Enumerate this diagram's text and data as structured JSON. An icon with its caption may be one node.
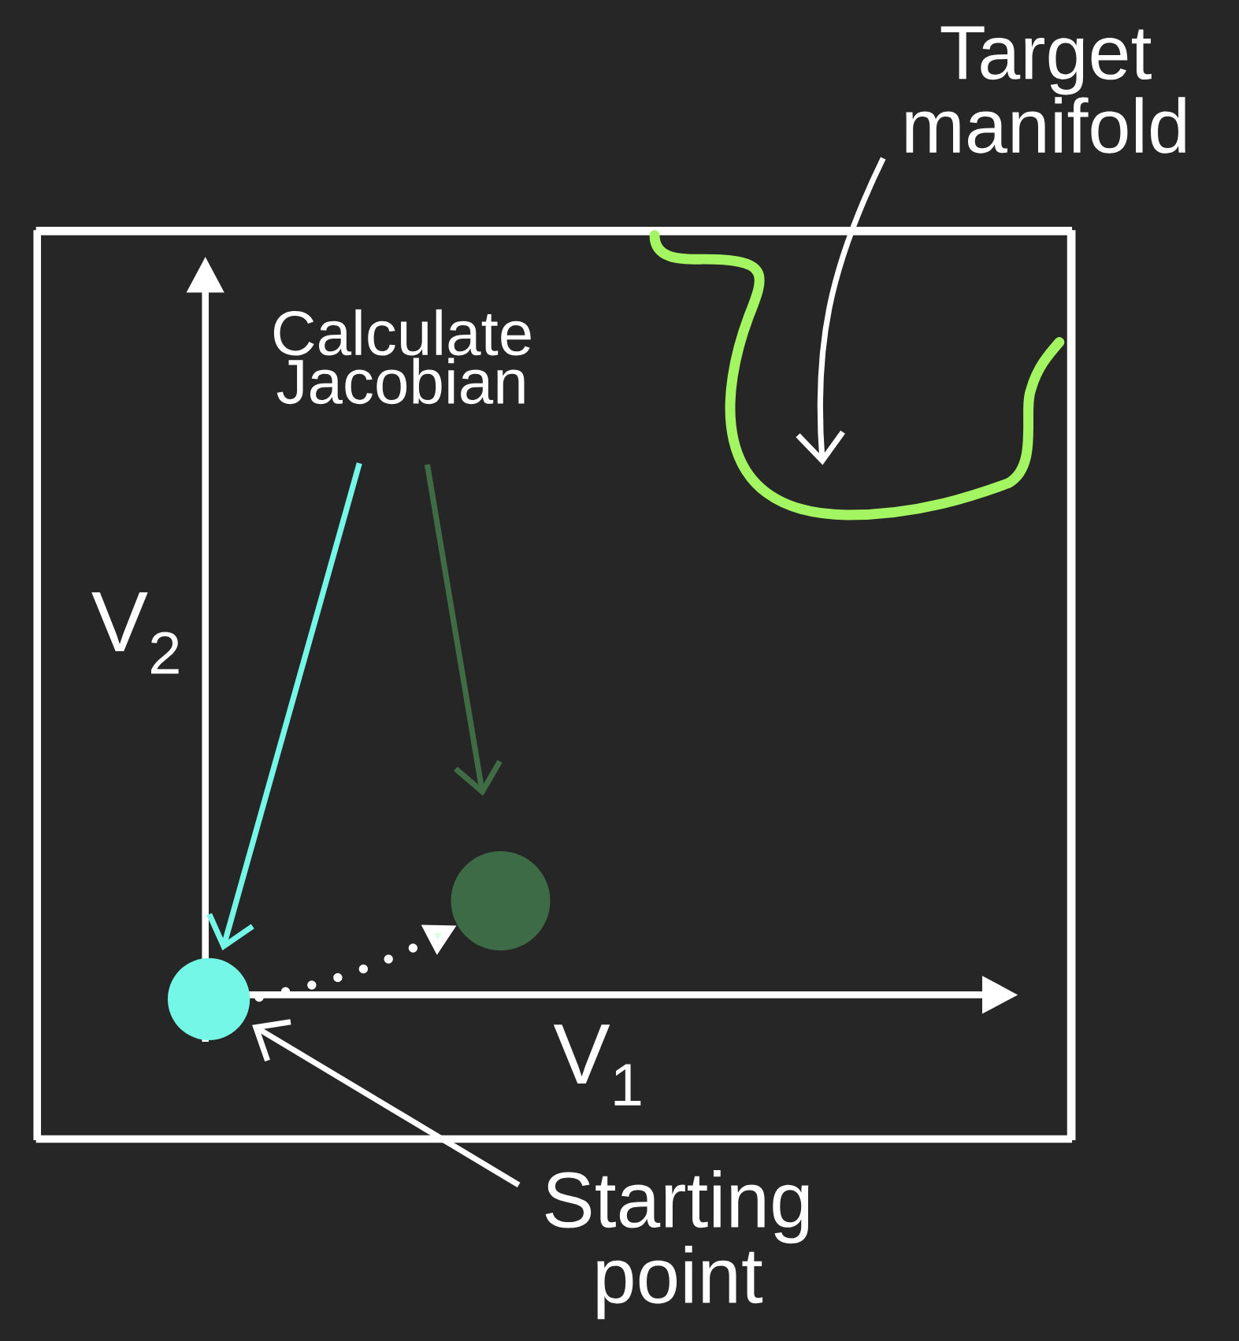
{
  "diagram": {
    "nodes": [
      {
        "text": [
          "Target manifold"
        ]
      },
      {
        "text": [],
        "shape": "curve"
      },
      {
        "text": [
          "Calculate Jacobian"
        ]
      },
      {
        "text": [],
        "shape": "circle"
      },
      {
        "text": [],
        "shape": "circle"
      },
      {
        "text": [
          "Starting point"
        ]
      }
    ],
    "edges": [
      {
        "from": 0,
        "to": 1,
        "arrow": "to"
      },
      {
        "from": 2,
        "to": 3,
        "arrow": "to",
        "color": "#74f7e6"
      },
      {
        "from": 2,
        "to": 4,
        "arrow": "to",
        "color": "#3f6b45"
      },
      {
        "from": 3,
        "to": 4,
        "arrow": "to",
        "style": "dashed"
      },
      {
        "from": 5,
        "to": 3,
        "arrow": "to"
      }
    ],
    "labels": [
      "V$_{2}$",
      "V$_{1}$"
    ]
  }
}
